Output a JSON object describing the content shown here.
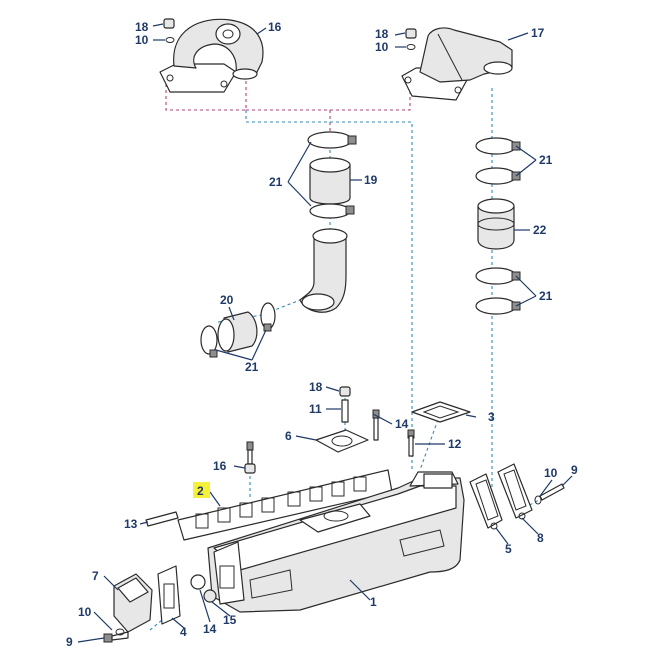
{
  "callouts": {
    "c1": "1",
    "c2": "2",
    "c3": "3",
    "c4": "4",
    "c5": "5",
    "c6": "6",
    "c7": "7",
    "c8": "8",
    "c9a": "9",
    "c9b": "9",
    "c10a": "10",
    "c10b": "10",
    "c10c": "10",
    "c10d": "10",
    "c11": "11",
    "c12": "12",
    "c13": "13",
    "c14a": "14",
    "c14b": "14",
    "c15": "15",
    "c16": "16",
    "c16b": "16",
    "c17": "17",
    "c18a": "18",
    "c18b": "18",
    "c18c": "18",
    "c19": "19",
    "c20": "20",
    "c21a": "21",
    "c21b": "21",
    "c21c": "21",
    "c21d": "21",
    "c22": "22"
  },
  "colors": {
    "callout_text": "#1f3a68",
    "highlight": "#f5f03a",
    "dashed_line_pink": "#b0407a",
    "dashed_line_blue": "#2d8bb8"
  }
}
